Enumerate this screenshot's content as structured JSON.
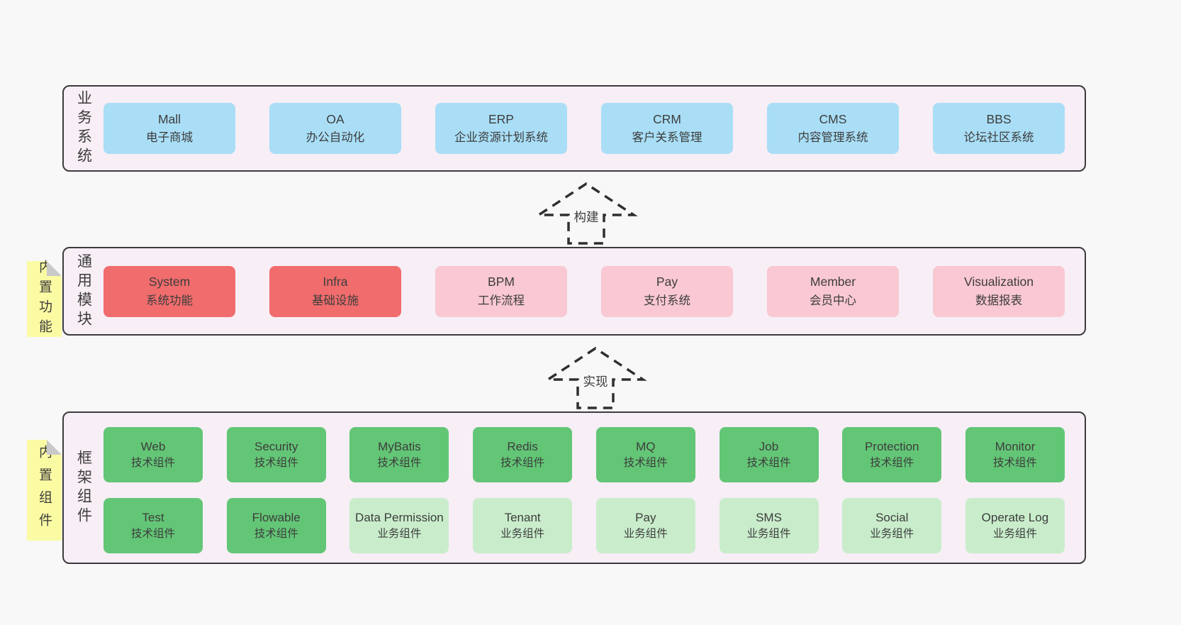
{
  "colors": {
    "page_bg": "#f8f8f8",
    "panel_bg": "#f7eef6",
    "panel_border": "#3c3c3c",
    "text": "#3d3d3d",
    "box_blue": "#a9def6",
    "box_red": "#f16c6c",
    "box_pink": "#f9c8d2",
    "box_green_dark": "#63c676",
    "box_green_light": "#c9edcb",
    "sticky_yellow": "#fbfba4",
    "sticky_fold_gray": "#c9c9c9",
    "arrow_dash": "#2f2f2f"
  },
  "arrows": [
    {
      "label": "构建"
    },
    {
      "label": "实现"
    }
  ],
  "layers": {
    "business": {
      "label": "业务系统",
      "boxes": [
        {
          "title": "Mall",
          "subtitle": "电子商城"
        },
        {
          "title": "OA",
          "subtitle": "办公自动化"
        },
        {
          "title": "ERP",
          "subtitle": "企业资源计划系统"
        },
        {
          "title": "CRM",
          "subtitle": "客户关系管理"
        },
        {
          "title": "CMS",
          "subtitle": "内容管理系统"
        },
        {
          "title": "BBS",
          "subtitle": "论坛社区系统"
        }
      ]
    },
    "modules": {
      "label": "通用模块",
      "sticky": "内置功能",
      "boxes": [
        {
          "title": "System",
          "subtitle": "系统功能"
        },
        {
          "title": "Infra",
          "subtitle": "基础设施"
        },
        {
          "title": "BPM",
          "subtitle": "工作流程"
        },
        {
          "title": "Pay",
          "subtitle": "支付系统"
        },
        {
          "title": "Member",
          "subtitle": "会员中心"
        },
        {
          "title": "Visualization",
          "subtitle": "数据报表"
        }
      ]
    },
    "components": {
      "label": "框架组件",
      "sticky": "内置组件",
      "rows": [
        [
          {
            "title": "Web",
            "subtitle": "技术组件"
          },
          {
            "title": "Security",
            "subtitle": "技术组件"
          },
          {
            "title": "MyBatis",
            "subtitle": "技术组件"
          },
          {
            "title": "Redis",
            "subtitle": "技术组件"
          },
          {
            "title": "MQ",
            "subtitle": "技术组件"
          },
          {
            "title": "Job",
            "subtitle": "技术组件"
          },
          {
            "title": "Protection",
            "subtitle": "技术组件"
          },
          {
            "title": "Monitor",
            "subtitle": "技术组件"
          }
        ],
        [
          {
            "title": "Test",
            "subtitle": "技术组件"
          },
          {
            "title": "Flowable",
            "subtitle": "技术组件"
          },
          {
            "title": "Data Permission",
            "subtitle": "业务组件"
          },
          {
            "title": "Tenant",
            "subtitle": "业务组件"
          },
          {
            "title": "Pay",
            "subtitle": "业务组件"
          },
          {
            "title": "SMS",
            "subtitle": "业务组件"
          },
          {
            "title": "Social",
            "subtitle": "业务组件"
          },
          {
            "title": "Operate Log",
            "subtitle": "业务组件"
          }
        ]
      ]
    }
  }
}
